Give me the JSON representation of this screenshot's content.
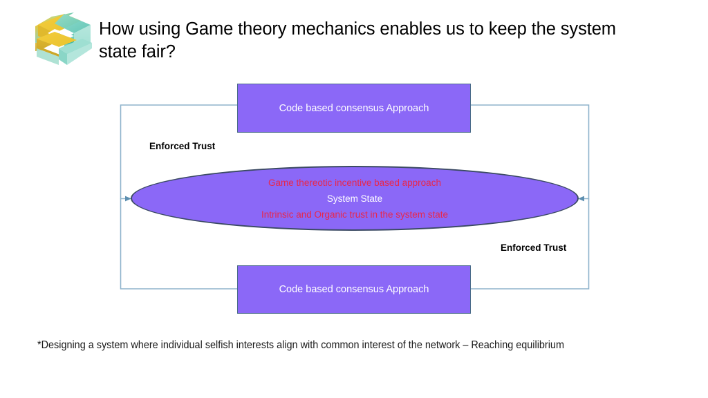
{
  "slide": {
    "title": "How using Game theory mechanics enables us to keep the system state fair?",
    "footnote": "*Designing a system where individual selfish interests align with common interest of the network – Reaching equilibrium"
  },
  "logo": {
    "name": "isometric-cube-logo",
    "colors": {
      "gold": "#f0c330",
      "gold_dark": "#c9a62c",
      "teal": "#7fd8c8",
      "teal_dark": "#58bfae",
      "mint_light": "#a9e5da"
    }
  },
  "diagram": {
    "boxes": [
      {
        "id": "top",
        "label": "Code based consensus Approach"
      },
      {
        "id": "bottom",
        "label": "Code based consensus Approach"
      }
    ],
    "ellipse": {
      "lines": [
        {
          "text": "Game thereotic incentive based approach",
          "color": "#e8274b"
        },
        {
          "text": "System State",
          "color": "#ffffff"
        },
        {
          "text": "Intrinsic and Organic trust in the system state",
          "color": "#e8274b"
        }
      ]
    },
    "labels": [
      {
        "id": "left",
        "text": "Enforced Trust"
      },
      {
        "id": "right",
        "text": "Enforced Trust"
      }
    ],
    "colors": {
      "box_fill": "#8b68f7",
      "box_stroke": "#4a6b8a",
      "ellipse_fill": "#8b68f7",
      "ellipse_stroke": "#3b4a63",
      "connector": "#8fb4cc",
      "accent_red": "#e8274b"
    }
  }
}
